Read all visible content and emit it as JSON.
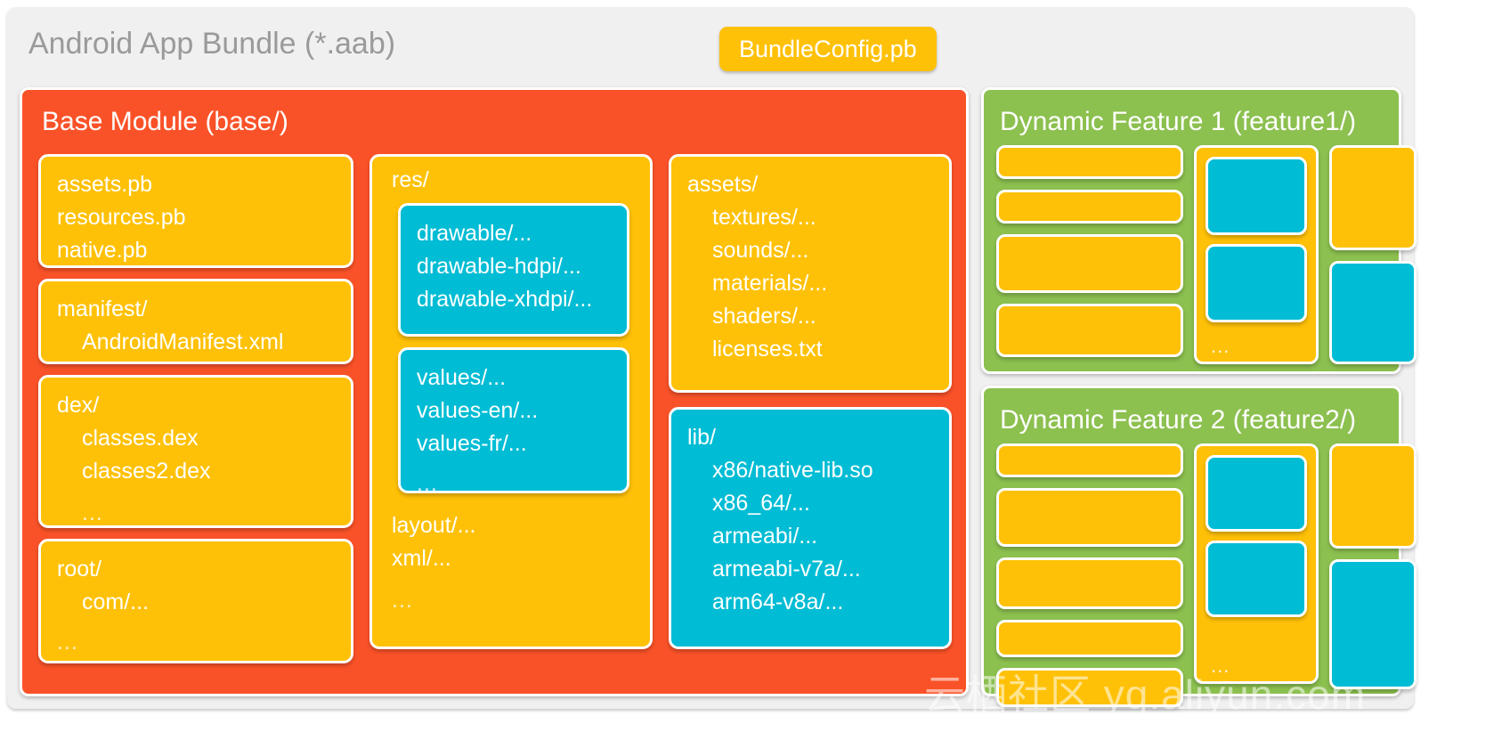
{
  "bundle": {
    "title": "Android App Bundle (*.aab)",
    "config_file": "BundleConfig.pb"
  },
  "base_module": {
    "title": "Base Module (base/)",
    "cards": {
      "protos": [
        "assets.pb",
        "resources.pb",
        "native.pb"
      ],
      "manifest": [
        "manifest/",
        "AndroidManifest.xml"
      ],
      "dex": [
        "dex/",
        "classes.dex",
        "classes2.dex",
        "..."
      ],
      "root": [
        "root/",
        "com/...",
        "..."
      ],
      "res_label": "res/",
      "drawable": [
        "drawable/...",
        "drawable-hdpi/...",
        "drawable-xhdpi/...",
        "..."
      ],
      "values": [
        "values/...",
        "values-en/...",
        "values-fr/...",
        "..."
      ],
      "res_tail": [
        "layout/...",
        "xml/...",
        "..."
      ],
      "assets": [
        "assets/",
        "textures/...",
        "sounds/...",
        "materials/...",
        "shaders/...",
        "licenses.txt"
      ],
      "lib": [
        "lib/",
        "x86/native-lib.so",
        "x86_64/...",
        "armeabi/...",
        "armeabi-v7a/...",
        "arm64-v8a/..."
      ]
    }
  },
  "features": [
    {
      "title": "Dynamic Feature 1 (feature1/)",
      "dots": "..."
    },
    {
      "title": "Dynamic Feature 2 (feature2/)",
      "dots": "..."
    }
  ],
  "watermark": "云栖社区 yq.aliyun.com",
  "colors": {
    "frame_bg": "#f0f0f0",
    "base_orange": "#FA5228",
    "yellow": "#FFC107",
    "cyan": "#00BCD4",
    "feature_green": "#8CC04F",
    "title_gray": "#9a9a9a"
  }
}
